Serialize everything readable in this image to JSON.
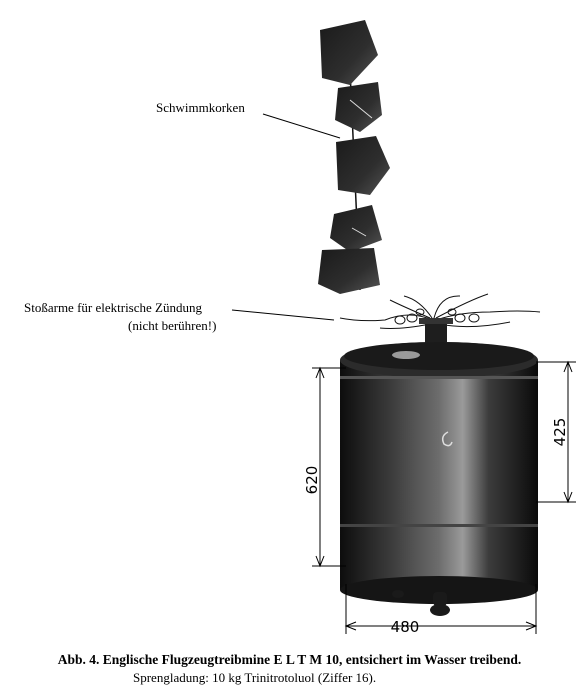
{
  "labels": {
    "floats": "Schwimmkorken",
    "arms_line1": "Stoßarme für elektrische Zündung",
    "arms_line2": "(nicht berühren!)"
  },
  "dimensions": {
    "height_total": "620",
    "height_upper": "425",
    "diameter": "480"
  },
  "caption": {
    "title": "Abb. 4. Englische Flugzeugtreibmine E L T M 10, entsichert im Wasser treibend.",
    "subtitle": "Sprengladung: 10 kg Trinitrotoluol (Ziffer 16)."
  }
}
